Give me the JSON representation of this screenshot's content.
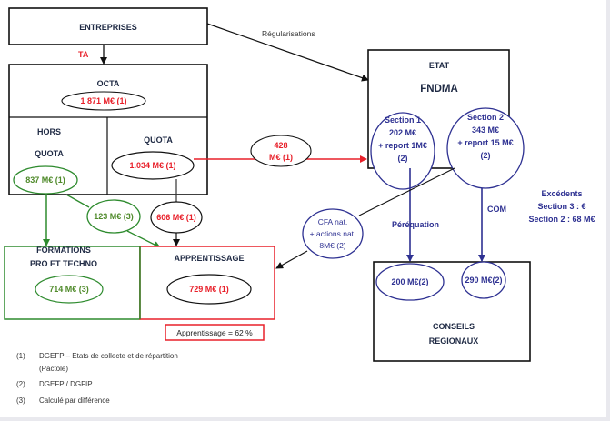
{
  "boxes": {
    "entreprises": "ENTREPRISES",
    "octa": "OCTA",
    "octa_value": "1 871 M€ (1)",
    "hors_quota_line1": "HORS",
    "hors_quota_line2": "QUOTA",
    "hors_quota_value": "837 M€ (1)",
    "quota": "QUOTA",
    "quota_value": "1.034 M€ (1)",
    "formations_line1": "FORMATIONS",
    "formations_line2": "PRO ET TECHNO",
    "formations_value": "714 M€ (3)",
    "apprentissage": "APPRENTISSAGE",
    "apprentissage_value": "729 M€ (1)",
    "etat": "ETAT",
    "fndma": "FNDMA",
    "conseils_line1": "CONSEILS",
    "conseils_line2": "REGIONAUX"
  },
  "flows": {
    "ta": "TA",
    "regularisations": "Régularisations",
    "quota_to_fndma_line1": "428",
    "quota_to_fndma_line2": "M€ (1)",
    "hors_quota_to_apprentissage": "123 M€ (3)",
    "quota_to_apprentissage": "606 M€ (1)",
    "perequation": "Péréquation",
    "com": "COM",
    "perequation_value": "200 M€(2)",
    "com_value": "290 M€(2)",
    "cfa_line1": "CFA nat.",
    "cfa_line2": "+ actions nat.",
    "cfa_line3": "8M€ (2)"
  },
  "sections": {
    "s1_line1": "Section 1",
    "s1_line2": "202 M€",
    "s1_line3": "+ report 1M€",
    "s1_line4": "(2)",
    "s2_line1": "Section 2",
    "s2_line2": "343 M€",
    "s2_line3": "+ report 15 M€",
    "s2_line4": "(2)"
  },
  "excedents": {
    "title": "Excédents",
    "line1": "Section 3 : €",
    "line2": "Section 2 : 68 M€"
  },
  "apprentissage_share": "Apprentissage = 62 %",
  "footnotes": [
    {
      "num": "(1)",
      "text": "DGEFP – Etats de collecte et de répartition"
    },
    {
      "num": "",
      "text": "(Pactole)"
    },
    {
      "num": "(2)",
      "text": "DGEFP / DGFIP"
    },
    {
      "num": "(3)",
      "text": "Calculé par différence"
    }
  ],
  "colors": {
    "red": "#e8202a",
    "green": "#2e8b2e",
    "blue": "#2e3192",
    "black": "#111111"
  }
}
